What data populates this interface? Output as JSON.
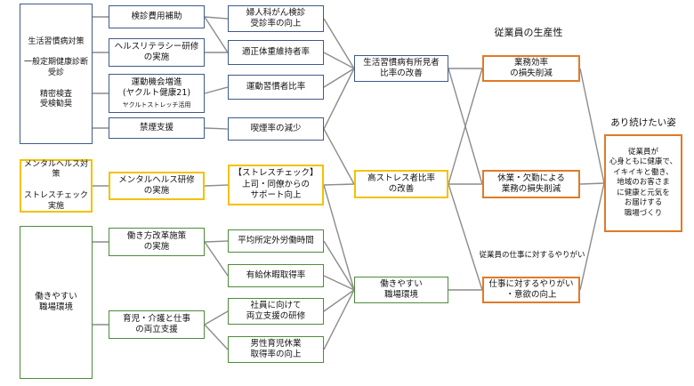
{
  "colors": {
    "blue": "#3f5a8a",
    "yellow": "#f2c200",
    "green": "#4e8c3a",
    "orange": "#e07a28",
    "line": "#8c8c8c"
  },
  "category": {
    "lifestyle": "生活習慣病対策\n\n一般定期健康診断\n受診\n\n精密検査\n受検勧奨",
    "mental": "メンタルヘルス対策\n\nストレスチェック\n実施",
    "workplace": "働きやすい\n職場環境"
  },
  "measures": {
    "kenshin_hiyo": "検診費用補助",
    "health_literacy": "ヘルスリテラシー研修\nの実施",
    "undo_kikai": "運動機会増進\n(ヤクルト健康21)",
    "undo_kikai_note": "ヤクルトストレッチ活用",
    "kinen": "禁煙支援",
    "mental_training": "メンタルヘルス研修\nの実施",
    "hatarakikata": "働き方改革施策\nの実施",
    "ikuji_kaigo": "育児・介護と仕事\nの両立支援"
  },
  "indicators": {
    "fujinka": "婦人科がん検診\n受診率の向上",
    "tekisei": "適正体重維持者率",
    "undo_shukan": "運動習慣者比率",
    "kitsuen": "喫煙率の減少",
    "stress_check": "【ストレスチェック】\n上司・同僚からの\nサポート向上",
    "heikin_jikan": "平均所定外労働時間",
    "yukyu": "有給休暇取得率",
    "ryoritsu_kenshu": "社員に向けて\n両立支援の研修",
    "dansei_ikukyu": "男性育児休業\n取得率の向上"
  },
  "outcomes": {
    "yushosha": "生活習慣病有所見者\n比率の改善",
    "kostress": "高ストレス者比率\nの改善",
    "hatarakiyasui": "働きやすい\n職場環境"
  },
  "productivity": {
    "heading": "従業員の生産性",
    "gyomu_koritsu": "業務効率\nの損失削減",
    "kyugyo": "休業・欠勤による\n業務の損失削減",
    "yarigai_heading": "従業員の仕事に対するやりがい",
    "yarigai": "仕事に対するやりがい\n・意欲の向上"
  },
  "goal": {
    "heading": "あり続けたい姿",
    "text": "従業員が\n心身ともに健康で、\nイキイキと働き、\n地域のお客さま\nに健康と元気を\nお届けする\n職場づくり"
  }
}
